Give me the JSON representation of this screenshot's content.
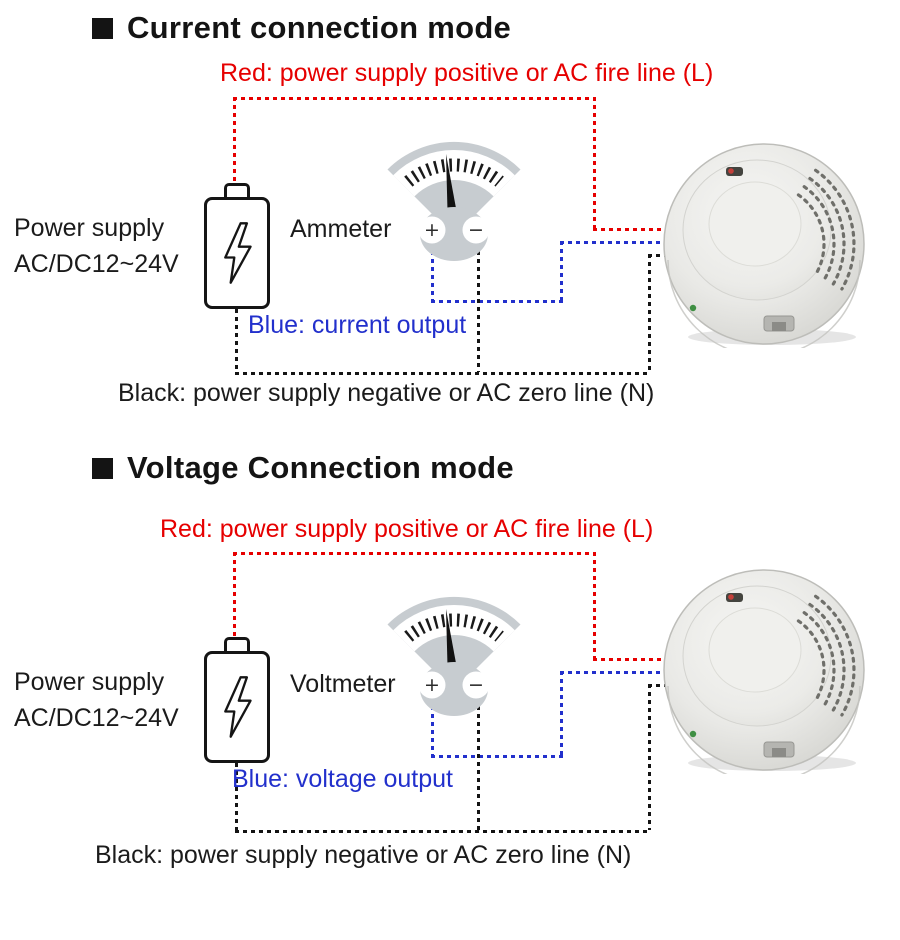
{
  "colors": {
    "red": "#e60000",
    "blue": "#2230cc",
    "black": "#141414"
  },
  "sections": [
    {
      "title": "Current connection mode",
      "red_label": "Red: power supply positive or AC fire line (L)",
      "blue_label": "Blue: current output",
      "black_label": "Black: power supply negative or AC zero line (N)",
      "power_supply": {
        "line1": "Power supply",
        "line2": "AC/DC12~24V"
      },
      "meter": {
        "label": "Ammeter",
        "plus": "+",
        "minus": "−"
      }
    },
    {
      "title": "Voltage Connection mode",
      "red_label": "Red: power supply positive or AC fire line (L)",
      "blue_label": "Blue: voltage output",
      "black_label": "Black: power supply negative or AC zero line (N)",
      "power_supply": {
        "line1": "Power supply",
        "line2": "AC/DC12~24V"
      },
      "meter": {
        "label": "Voltmeter",
        "plus": "+",
        "minus": "−"
      }
    }
  ]
}
